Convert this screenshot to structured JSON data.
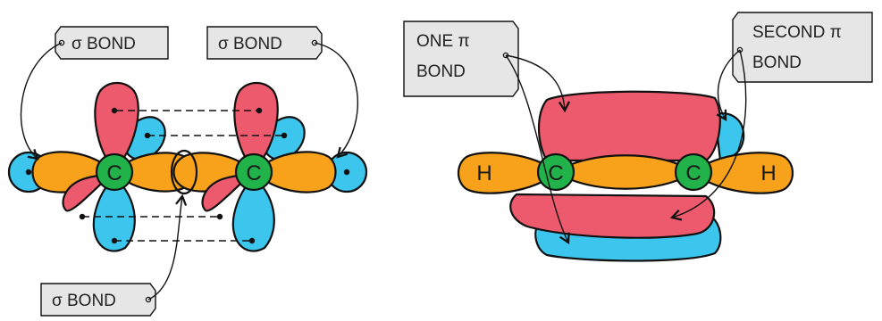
{
  "colors": {
    "red_lobe": "#ee5a6d",
    "blue_lobe": "#3cc6ee",
    "orange_lobe": "#f8a21c",
    "carbon": "#21b24a",
    "label_box": "#e6e6e6"
  },
  "left": {
    "label_sigma_top_left": "σ BOND",
    "label_sigma_top_right": "σ BOND",
    "label_sigma_bottom": "σ BOND",
    "carbon_left": "C",
    "carbon_right": "C"
  },
  "right": {
    "label_pi_one_line1": "ONE π",
    "label_pi_one_line2": "BOND",
    "label_pi_second_line1": "SECOND π",
    "label_pi_second_line2": "BOND",
    "carbon_left": "C",
    "carbon_right": "C",
    "hydrogen_left": "H",
    "hydrogen_right": "H"
  }
}
